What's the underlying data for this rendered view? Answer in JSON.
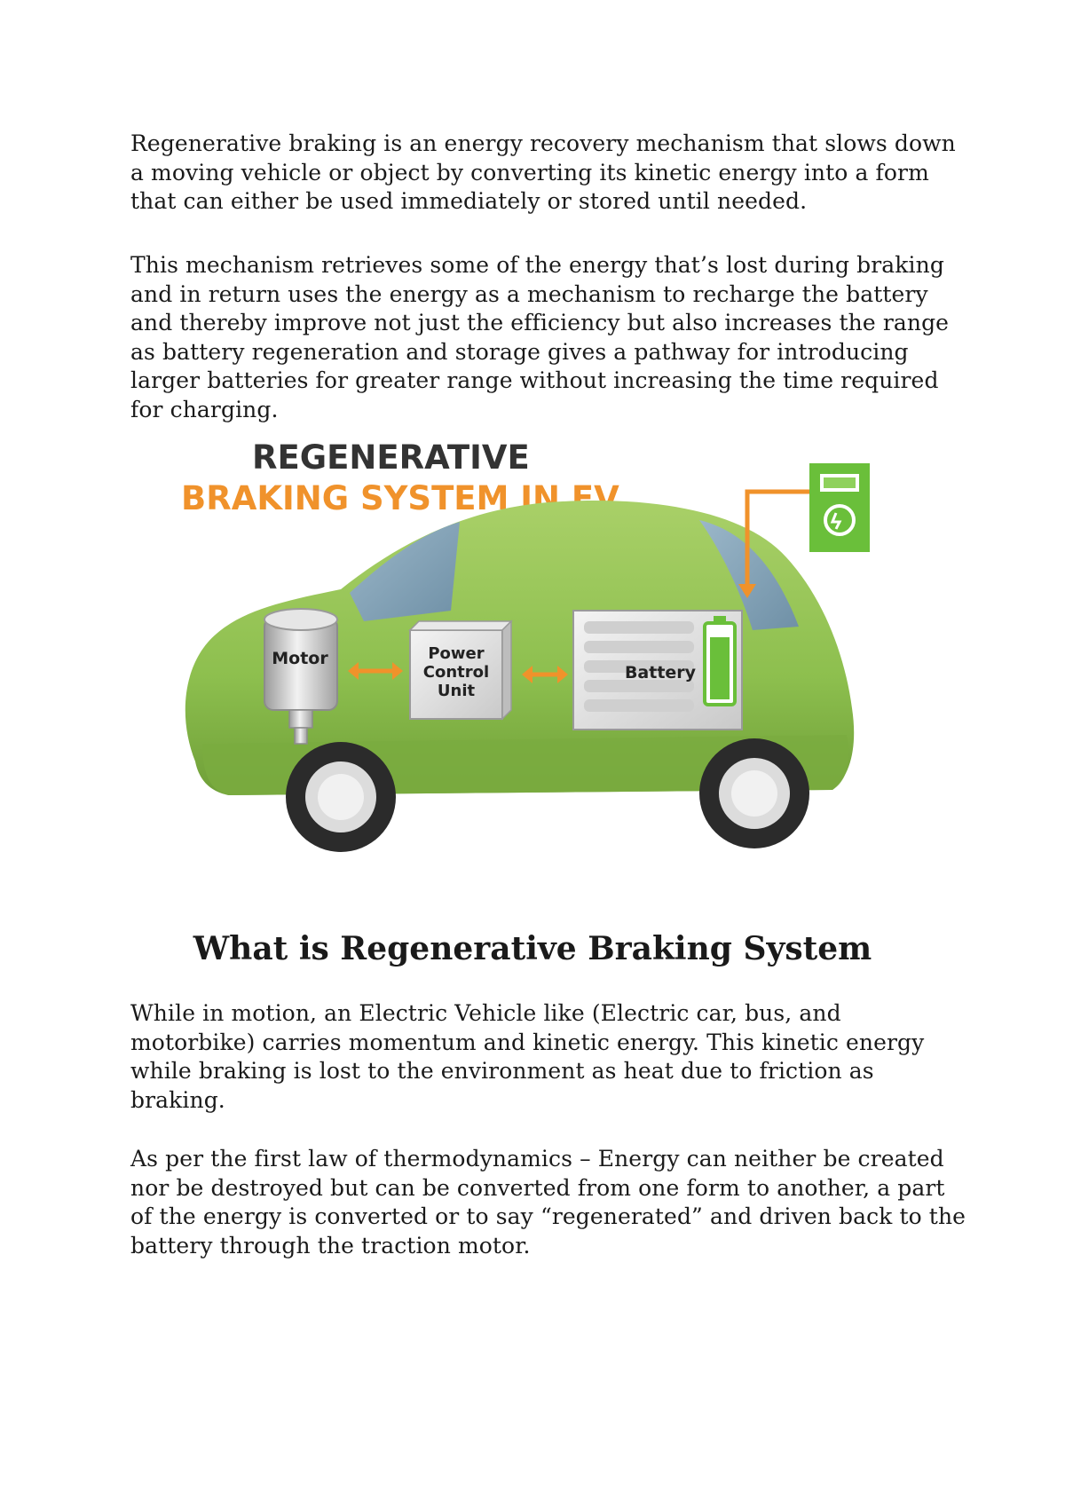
{
  "paragraphs": [
    {
      "lines": [
        "Regenerative braking is an energy recovery mechanism that slows down",
        "a moving vehicle or object by converting its kinetic energy into a form",
        "that can either be used immediately or stored until needed."
      ]
    },
    {
      "lines": [
        "This mechanism retrieves some of the energy that’s lost during braking",
        "and in return uses the energy as a mechanism to recharge the battery",
        "and thereby improve not just the efficiency but also increases the range",
        "as battery regeneration and storage gives a pathway for introducing",
        "larger batteries for greater range without increasing the time required",
        "for charging."
      ]
    }
  ],
  "figure": {
    "title_line1": "REGENERATIVE",
    "title_line2": "BRAKING SYSTEM IN EV",
    "motor_label": "Motor",
    "pcu_label_1": "Power",
    "pcu_label_2": "Control",
    "pcu_label_3": "Unit",
    "battery_label": "Battery",
    "colors": {
      "car_green": "#8dbf4e",
      "orange": "#f0922b",
      "charger_green": "#6abf3a",
      "window_blue": "#7f9fb5"
    }
  },
  "heading": "What is Regenerative Braking System",
  "body": [
    {
      "lines": [
        "While in motion, an Electric Vehicle like (Electric car, bus, and",
        "motorbike) carries momentum and kinetic energy. This kinetic energy",
        "while braking is lost to the environment as heat due to friction as",
        "braking."
      ]
    },
    {
      "lines": [
        "As per the first law of thermodynamics – Energy can neither be created",
        "nor be destroyed but can be converted from one form to another, a part",
        "of the energy is converted or to say “regenerated” and driven back to the",
        "battery through the traction motor."
      ]
    }
  ]
}
